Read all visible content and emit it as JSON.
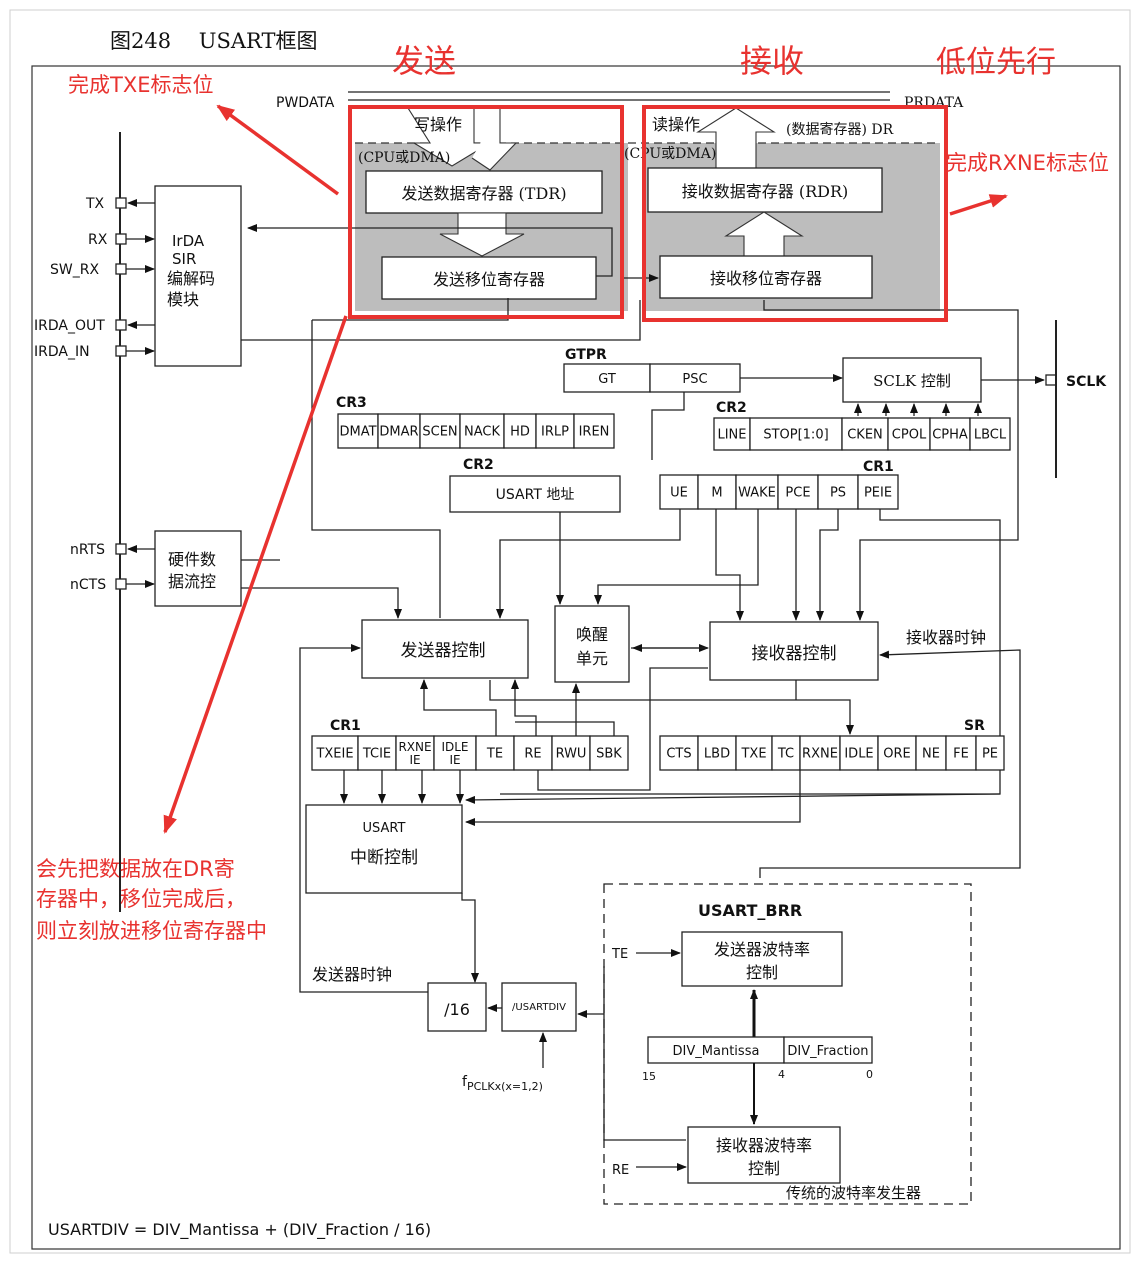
{
  "title": "图248　 USART框图",
  "annotations": {
    "send": "发送",
    "receive": "接收",
    "lsb_first": "低位先行",
    "txe": "完成TXE标志位",
    "rxne": "完成RXNE标志位",
    "note1": "会先把数据放在DR寄",
    "note2": "存器中，移位完成后，",
    "note3": "则立刻放进移位寄存器中"
  },
  "bus": {
    "pwdata": "PWDATA",
    "prdata": "PRDATA"
  },
  "tx": {
    "write_op": "写操作",
    "cpu_dma": "(CPU或DMA)",
    "tdr": "发送数据寄存器 (TDR)",
    "shift": "发送移位寄存器"
  },
  "rx": {
    "read_op": "读操作",
    "dr": "(数据寄存器) DR",
    "cpu_dma": "(CPU或DMA)",
    "rdr": "接收数据寄存器 (RDR)",
    "shift": "接收移位寄存器"
  },
  "pins": {
    "tx": "TX",
    "rx": "RX",
    "sw_rx": "SW_RX",
    "irda_out": "IRDA_OUT",
    "irda_in": "IRDA_IN",
    "nrts": "nRTS",
    "ncts": "nCTS",
    "sclk": "SCLK"
  },
  "irda": {
    "l1": "IrDA",
    "l2": "SIR",
    "l3": "编解码",
    "l4": "模块"
  },
  "flow": {
    "l1": "硬件数",
    "l2": "据流控"
  },
  "gtpr": {
    "label": "GTPR",
    "gt": "GT",
    "psc": "PSC"
  },
  "sclk_ctrl": "SCLK 控制",
  "cr3": {
    "label": "CR3",
    "bits": [
      "DMAT",
      "DMAR",
      "SCEN",
      "NACK",
      "HD",
      "IRLP",
      "IREN"
    ]
  },
  "cr2_top": {
    "label": "CR2",
    "bits": [
      "LINE",
      "STOP[1:0]",
      "CKEN",
      "CPOL",
      "CPHA",
      "LBCL"
    ]
  },
  "cr2_addr": {
    "label": "CR2",
    "box": "USART 地址"
  },
  "cr1_top": {
    "label": "CR1",
    "bits": [
      "UE",
      "M",
      "WAKE",
      "PCE",
      "PS",
      "PEIE"
    ]
  },
  "tx_ctrl": "发送器控制",
  "wake": {
    "l1": "唤醒",
    "l2": "单元"
  },
  "rx_ctrl": "接收器控制",
  "rx_clock": "接收器时钟",
  "cr1_bottom": {
    "label": "CR1",
    "bits": [
      "TXEIE",
      "TCIE",
      "RXNE IE",
      "IDLE IE",
      "TE",
      "RE",
      "RWU",
      "SBK"
    ]
  },
  "sr": {
    "label": "SR",
    "bits": [
      "CTS",
      "LBD",
      "TXE",
      "TC",
      "RXNE",
      "IDLE",
      "ORE",
      "NE",
      "FE",
      "PE"
    ]
  },
  "irq": {
    "l1": "USART",
    "l2": "中断控制"
  },
  "brr": {
    "label": "USART_BRR",
    "te": "TE",
    "re": "RE",
    "tx_baud_1": "发送器波特率",
    "tx_baud_2": "控制",
    "rx_baud_1": "接收器波特率",
    "rx_baud_2": "控制",
    "mantissa": "DIV_Mantissa",
    "fraction": "DIV_Fraction",
    "b15": "15",
    "b4": "4",
    "b0": "0",
    "legacy": "传统的波特率发生器"
  },
  "tx_clock": "发送器时钟",
  "div16": "/16",
  "usartdiv": "/USARTDIV",
  "fpclk": "f",
  "fpclk_sub": "PCLKx(x=1,2)",
  "formula": "USARTDIV = DIV_Mantissa + (DIV_Fraction / 16)"
}
